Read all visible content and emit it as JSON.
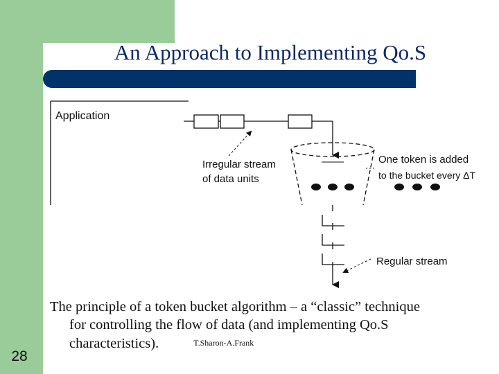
{
  "slide": {
    "title": "An Approach to Implementing Qo.S",
    "page_number": "28",
    "caption_lines": [
      "The principle of a token bucket algorithm – a “classic” technique",
      "for controlling the flow of data (and implementing Qo.S",
      "characteristics)."
    ],
    "credit": "T.Sharon-A.Frank"
  },
  "diagram": {
    "application_label": "Application",
    "irregular_label_lines": [
      "Irregular stream",
      "of data units"
    ],
    "token_label_lines": [
      "One token is added",
      "to the bucket every ΔT"
    ],
    "regular_label": "Regular stream"
  },
  "colors": {
    "sidebar_green": "#99cc99",
    "title_bar_navy": "#00336a",
    "title_text": "#0b2a66"
  }
}
